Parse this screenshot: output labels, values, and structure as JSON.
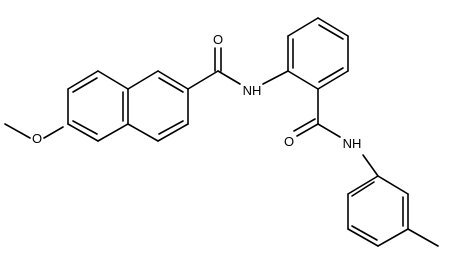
{
  "diagram": {
    "type": "chemical-structure",
    "line_color": "#000000",
    "background": "#ffffff",
    "atom_labels": {
      "methoxy_oxygen": "O",
      "naphthamide_oxygen": "O",
      "naphthamide_nitrogen": "NH",
      "benzamide_oxygen": "O",
      "benzamide_nitrogen": "NH"
    }
  }
}
